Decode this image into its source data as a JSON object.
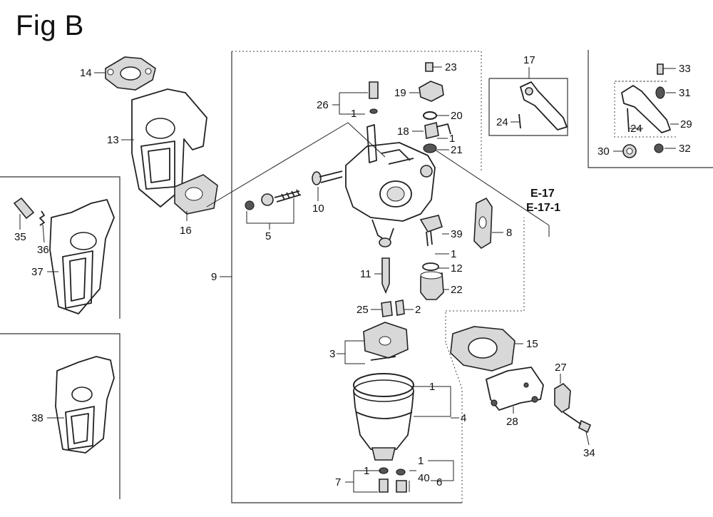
{
  "title": "Fig B",
  "callouts": [
    "1",
    "2",
    "3",
    "4",
    "5",
    "6",
    "7",
    "8",
    "9",
    "10",
    "11",
    "12",
    "13",
    "14",
    "15",
    "16",
    "17",
    "18",
    "19",
    "20",
    "21",
    "22",
    "23",
    "24",
    "25",
    "26",
    "27",
    "28",
    "29",
    "30",
    "31",
    "32",
    "33",
    "34",
    "35",
    "36",
    "37",
    "38",
    "39",
    "40"
  ],
  "references": [
    "E-17",
    "E-17-1"
  ],
  "labels": {
    "p14": "14",
    "p13": "13",
    "p16": "16",
    "p35": "35",
    "p36": "36",
    "p37": "37",
    "p38": "38",
    "p9": "9",
    "p5": "5",
    "p10": "10",
    "p26": "26",
    "p1a": "1",
    "p23": "23",
    "p19": "19",
    "p20": "20",
    "p18": "18",
    "p1b": "1",
    "p21": "21",
    "p39": "39",
    "p1c": "1",
    "p12": "12",
    "p22": "22",
    "p11": "11",
    "p25": "25",
    "p2": "2",
    "p3": "3",
    "p1d": "1",
    "p4": "4",
    "p7": "7",
    "p1e": "1",
    "p1f": "1",
    "p40": "40",
    "p6": "6",
    "p8": "8",
    "p17": "17",
    "p24a": "24",
    "p33": "33",
    "p31": "31",
    "p24b": "24",
    "p29": "29",
    "p30": "30",
    "p32": "32",
    "p15": "15",
    "p27": "27",
    "p28": "28",
    "p34": "34",
    "refA": "E-17",
    "refB": "E-17-1"
  }
}
